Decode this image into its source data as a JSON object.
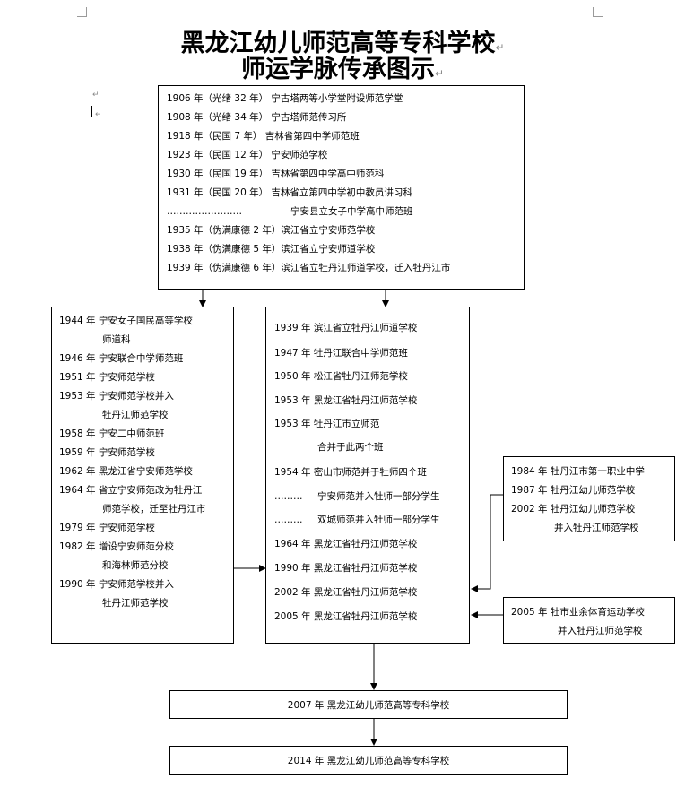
{
  "doc": {
    "title_line1": "黑龙江幼儿师范高等专科学校",
    "title_line2": "师运学脉传承图示",
    "para_mark": "↵"
  },
  "top_box": {
    "lines": [
      "1906 年（光绪 32 年）   宁古塔两等小学堂附设师范学堂",
      "1908 年（光绪 34 年）   宁古塔师范传习所",
      "1918 年（民国 7 年）   吉林省第四中学师范班",
      "1923 年（民国 12 年）   宁安师范学校",
      "1930 年（民国 19 年）   吉林省第四中学高中师范科",
      "1931 年（民国 20 年）   吉林省立第四中学初中教员讲习科",
      "宁安县立女子中学高中师范班",
      "1935 年（伪满康德 2 年）滨江省立宁安师范学校",
      "1938 年（伪满康德 5 年）滨江省立宁安师道学校",
      "1939 年（伪满康德 6 年）滨江省立牡丹江师道学校，迁入牡丹江市"
    ]
  },
  "left_box": {
    "lines": [
      "1944 年  宁安女子国民高等学校",
      "师道科",
      "1946 年  宁安联合中学师范班",
      "1951 年  宁安师范学校",
      "1953 年  宁安师范学校并入",
      "牡丹江师范学校",
      "1958 年  宁安二中师范班",
      "1959 年  宁安师范学校",
      "1962 年  黑龙江省宁安师范学校",
      "1964 年  省立宁安师范改为牡丹江",
      "师范学校，迁至牡丹江市",
      "1979 年  宁安师范学校",
      "1982 年  增设宁安师范分校",
      "和海林师范分校",
      "1990 年  宁安师范学校并入",
      "牡丹江师范学校"
    ]
  },
  "center_box": {
    "lines": [
      "1939 年  滨江省立牡丹江师道学校",
      "1947 年  牡丹江联合中学师范班",
      "1950 年  松江省牡丹江师范学校",
      "1953 年  黑龙江省牡丹江师范学校",
      "1953 年  牡丹江市立师范",
      "合并于此两个班",
      "1954 年  密山市师范并于牡师四个班",
      "宁安师范并入牡师一部分学生",
      "双城师范并入牡师一部分学生",
      "1964 年  黑龙江省牡丹江师范学校",
      "1990 年  黑龙江省牡丹江师范学校",
      "2002 年  黑龙江省牡丹江师范学校",
      "2005 年  黑龙江省牡丹江师范学校"
    ]
  },
  "right_box1": {
    "lines": [
      "1984 年  牡丹江市第一职业中学",
      "1987 年  牡丹江幼儿师范学校",
      "2002 年  牡丹江幼儿师范学校",
      "并入牡丹江师范学校"
    ]
  },
  "right_box2": {
    "lines": [
      "2005  年  牡市业余体育运动学校",
      "并入牡丹江师范学校"
    ]
  },
  "bottom_box1": {
    "text": "2007 年    黑龙江幼儿师范高等专科学校"
  },
  "bottom_box2": {
    "text": "2014 年    黑龙江幼儿师范高等专科学校"
  }
}
